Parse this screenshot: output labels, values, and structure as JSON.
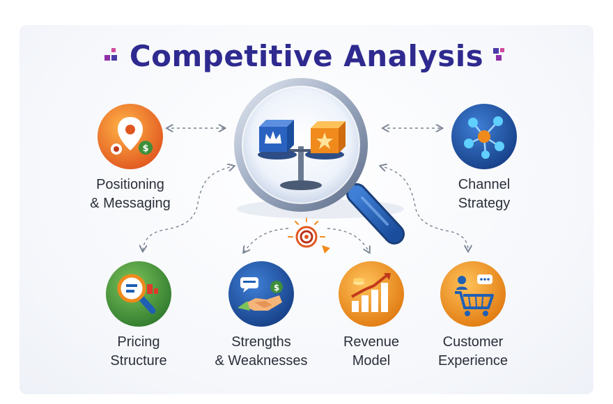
{
  "title": "Competitive Analysis",
  "colors": {
    "title": "#2f2a8f",
    "accent_purple": "#8e2fa8",
    "orange": "#f08a1c",
    "blue": "#1f5fb4",
    "green": "#3e8f3a",
    "connector": "#7a8494"
  },
  "nodes": {
    "positioning": {
      "line1": "Positioning",
      "line2": "& Messaging",
      "icon": "map-pin-dollar-icon"
    },
    "channel": {
      "line1": "Channel",
      "line2": "Strategy",
      "icon": "network-nodes-icon"
    },
    "pricing": {
      "line1": "Pricing",
      "line2": "Structure",
      "icon": "magnifier-price-icon"
    },
    "strengths": {
      "line1": "Strengths",
      "line2": "& Weaknesses",
      "icon": "handshake-chat-icon"
    },
    "revenue": {
      "line1": "Revenue",
      "line2": "Model",
      "icon": "growth-bar-chart-icon"
    },
    "customer": {
      "line1": "Customer",
      "line2": "Experience",
      "icon": "shopping-cart-user-icon"
    }
  },
  "center_icon": "magnifier-balance-scale-icon",
  "target_icon": "target-icon"
}
